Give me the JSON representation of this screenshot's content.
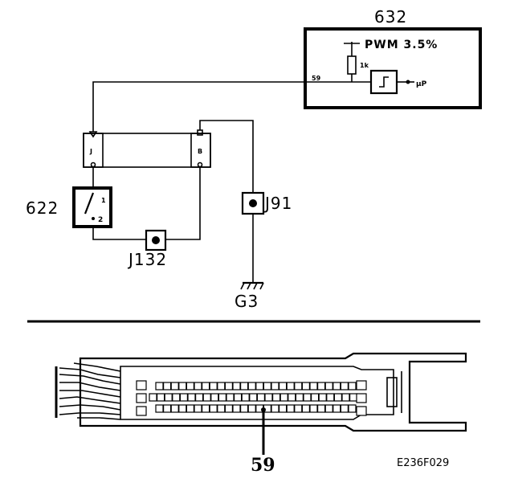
{
  "components": {
    "ecu": {
      "id": "632",
      "pwm_label": "PWM 3.5%",
      "resistor_label": "1k",
      "pin_label": "59",
      "mp_label": "µP"
    },
    "connector_left_label": "J",
    "connector_right_label": "B",
    "switch": {
      "id": "622",
      "terminal_label": "2",
      "top_label": "1"
    },
    "j91": "J91",
    "j132": "J132",
    "ground": "G3"
  },
  "connector_view": {
    "pin_callout": "59",
    "reference": "E236F029"
  }
}
